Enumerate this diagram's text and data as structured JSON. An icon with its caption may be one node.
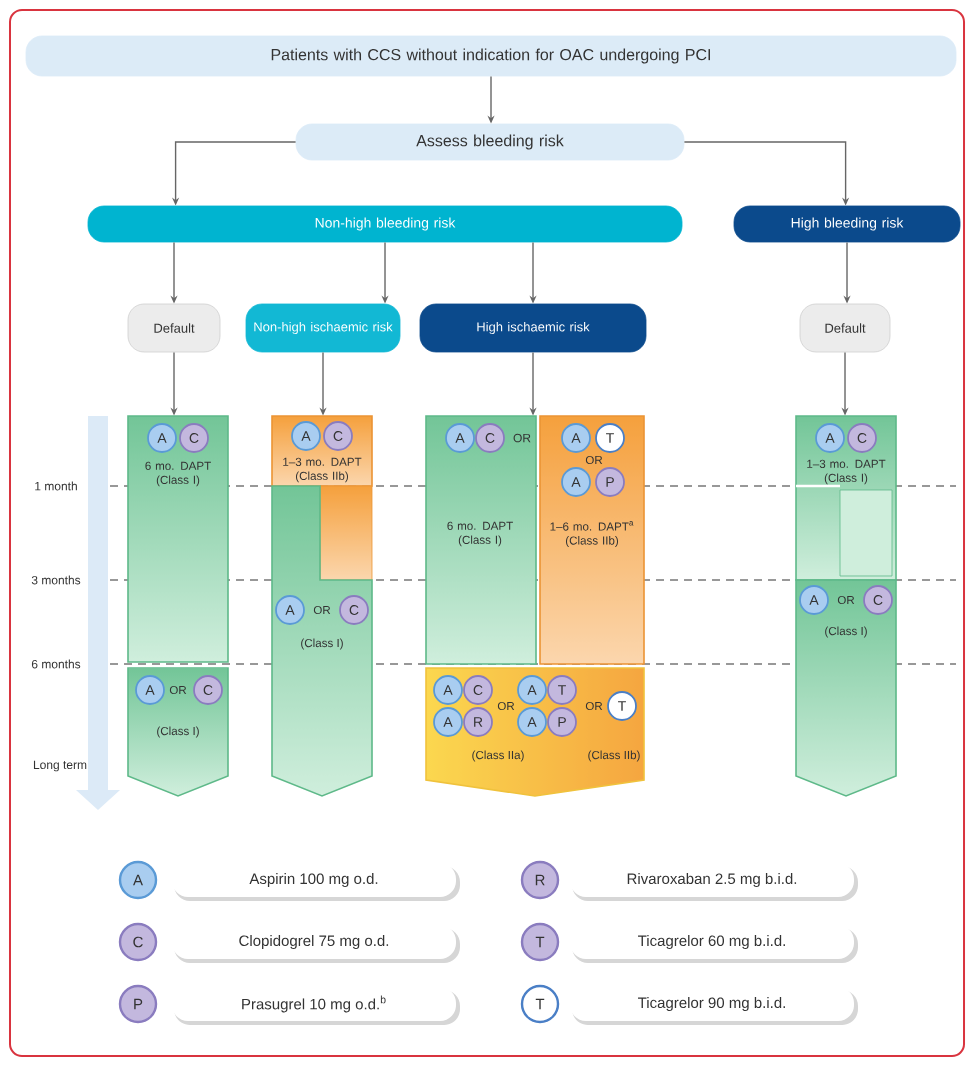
{
  "diagram": {
    "nodes": [
      {
        "text": [
          "Patients with CCS without indication for OAC undergoing PCI"
        ]
      },
      {
        "text": [
          "Assess bleeding risk"
        ]
      },
      {
        "text": [
          "Non-high bleeding risk"
        ]
      },
      {
        "text": [
          "High bleeding risk"
        ]
      },
      {
        "text": [
          "Default"
        ]
      },
      {
        "text": [
          "Non-high ischaemic risk"
        ]
      },
      {
        "text": [
          "High ischaemic risk"
        ]
      },
      {
        "text": [
          "Default"
        ]
      },
      {
        "text": [
          "6 mo. DAPT (Class I)"
        ]
      },
      {
        "text": [
          "A"
        ],
        "in": 8
      },
      {
        "text": [
          "C"
        ],
        "in": 8
      },
      {
        "text": [
          "OR",
          "(Class I)"
        ]
      },
      {
        "text": [
          "A"
        ],
        "in": 11
      },
      {
        "text": [
          "C"
        ],
        "in": 11
      },
      {
        "text": [
          "1–3 mo. DAPT (Class IIb)"
        ]
      },
      {
        "text": [
          "A"
        ],
        "in": 14
      },
      {
        "text": [
          "C"
        ],
        "in": 14
      },
      {
        "text": [
          "OR",
          "(Class I)"
        ]
      },
      {
        "text": [
          "A"
        ],
        "in": 17
      },
      {
        "text": [
          "C"
        ],
        "in": 17
      },
      {
        "text": [
          "6 mo. DAPT (Class I)"
        ]
      },
      {
        "text": [
          "A"
        ],
        "in": 20
      },
      {
        "text": [
          "C"
        ],
        "in": 20
      },
      {
        "text": [
          "OR",
          "1–6 mo. DAPT$^{a}$ (Class IIb)"
        ]
      },
      {
        "text": [
          "A"
        ],
        "in": 23
      },
      {
        "text": [
          "T"
        ],
        "in": 23
      },
      {
        "text": [
          "A"
        ],
        "in": 23
      },
      {
        "text": [
          "P"
        ],
        "in": 23
      },
      {
        "text": [
          "OR",
          "OR",
          "(Class IIa)",
          "(Class IIb)"
        ]
      },
      {
        "text": [
          "A"
        ],
        "in": 28
      },
      {
        "text": [
          "C"
        ],
        "in": 28
      },
      {
        "text": [
          "A"
        ],
        "in": 28
      },
      {
        "text": [
          "R"
        ],
        "in": 28
      },
      {
        "text": [
          "A"
        ],
        "in": 28
      },
      {
        "text": [
          "T"
        ],
        "in": 28
      },
      {
        "text": [
          "A"
        ],
        "in": 28
      },
      {
        "text": [
          "P"
        ],
        "in": 28
      },
      {
        "text": [
          "T"
        ],
        "in": 28
      },
      {
        "text": [
          "1–3 mo. DAPT (Class I)"
        ]
      },
      {
        "text": [
          "A"
        ],
        "in": 38
      },
      {
        "text": [
          "C"
        ],
        "in": 38
      },
      {
        "text": [
          "OR",
          "(Class I)"
        ]
      },
      {
        "text": [
          "A"
        ],
        "in": 41
      },
      {
        "text": [
          "C"
        ],
        "in": 41
      },
      {
        "text": [
          "A"
        ]
      },
      {
        "text": [
          "Aspirin 100 mg o.d."
        ]
      },
      {
        "text": [
          "R"
        ]
      },
      {
        "text": [
          "Rivaroxaban 2.5 mg b.i.d."
        ]
      },
      {
        "text": [
          "C"
        ]
      },
      {
        "text": [
          "Clopidogrel 75 mg o.d."
        ]
      },
      {
        "text": [
          "T"
        ]
      },
      {
        "text": [
          "Ticagrelor 60 mg b.i.d."
        ]
      },
      {
        "text": [
          "P"
        ]
      },
      {
        "text": [
          "Prasugrel 10 mg o.d.$^{b}$"
        ]
      },
      {
        "text": [
          "T"
        ]
      },
      {
        "text": [
          "Ticagrelor 90 mg b.i.d."
        ]
      }
    ],
    "edges": [
      {
        "from": 0,
        "to": 1,
        "arrow": "to"
      },
      {
        "from": 1,
        "to": 2,
        "arrow": "to"
      },
      {
        "from": 1,
        "to": 3,
        "arrow": "to"
      },
      {
        "from": 2,
        "to": 4,
        "arrow": "to"
      },
      {
        "from": 2,
        "to": 5,
        "arrow": "to"
      },
      {
        "from": 2,
        "to": 6,
        "arrow": "to"
      },
      {
        "from": 3,
        "to": 7,
        "arrow": "to"
      },
      {
        "from": 4,
        "to": 8,
        "arrow": "to"
      },
      {
        "from": 5,
        "to": 14,
        "arrow": "to"
      },
      {
        "from": 6,
        "to": 20,
        "arrow": "to"
      },
      {
        "from": 7,
        "to": 38,
        "arrow": "to"
      }
    ],
    "labels": [
      "OR",
      "1 month",
      "3 months",
      "6 months",
      "Long term"
    ]
  }
}
